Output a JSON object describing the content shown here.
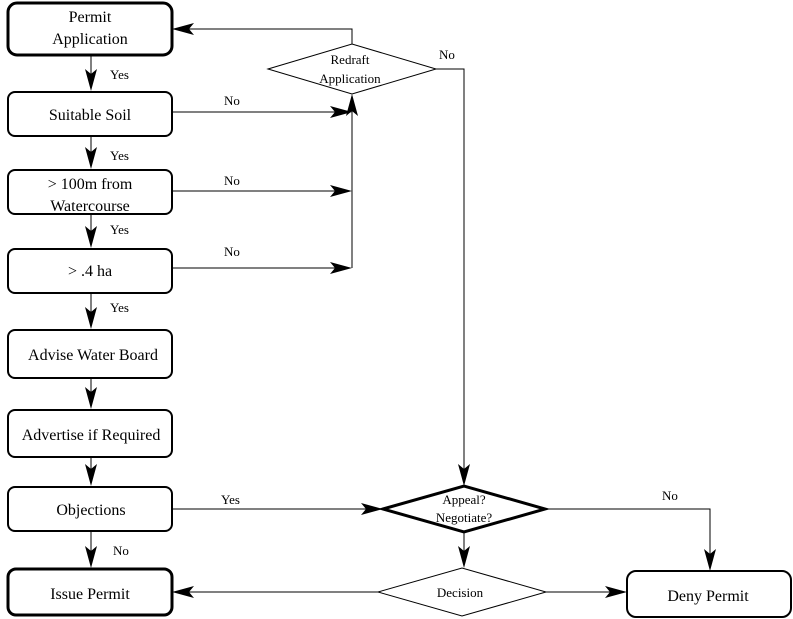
{
  "nodes": {
    "permit_application": {
      "lines": [
        "Permit",
        "Application"
      ]
    },
    "suitable_soil": {
      "lines": [
        "Suitable Soil"
      ]
    },
    "watercourse": {
      "lines": [
        "> 100m from",
        "Watercourse"
      ]
    },
    "area": {
      "lines": [
        "> .4 ha"
      ]
    },
    "advise_water_board": {
      "lines": [
        "Advise Water Board"
      ]
    },
    "advertise": {
      "lines": [
        "Advertise if Required"
      ]
    },
    "objections": {
      "lines": [
        "Objections"
      ]
    },
    "issue_permit": {
      "lines": [
        "Issue Permit"
      ]
    },
    "deny_permit": {
      "lines": [
        "Deny Permit"
      ]
    },
    "redraft_application": {
      "lines": [
        "Redraft",
        "Application"
      ]
    },
    "appeal_negotiate": {
      "lines": [
        "Appeal?",
        "Negotiate?"
      ]
    },
    "decision": {
      "lines": [
        "Decision"
      ]
    }
  },
  "edge_labels": {
    "permit_soil_yes": "Yes",
    "soil_water_yes": "Yes",
    "water_area_yes": "Yes",
    "area_advise_yes": "Yes",
    "soil_no": "No",
    "water_no": "No",
    "area_no": "No",
    "redraft_no": "No",
    "objections_yes": "Yes",
    "objections_no": "No",
    "appeal_no": "No"
  }
}
